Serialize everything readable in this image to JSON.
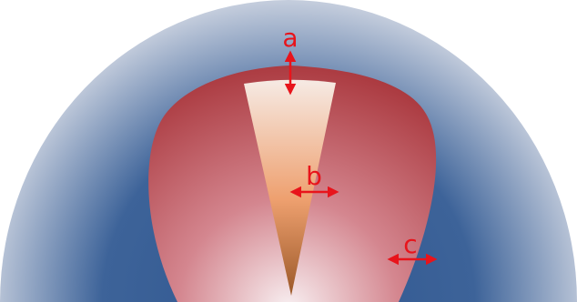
{
  "diagram": {
    "labels": {
      "a": "a",
      "b": "b",
      "c": "c"
    },
    "colors": {
      "outer_edge": "#c3ccdc",
      "outer_core": "#2f568f",
      "middle_edge": "#ab3a40",
      "middle_core": "#f8f0f2",
      "inner_top": "#f6e9e2",
      "inner_mid": "#eea06f",
      "inner_bottom": "#9b5828",
      "annotation": "#e8141b"
    }
  }
}
